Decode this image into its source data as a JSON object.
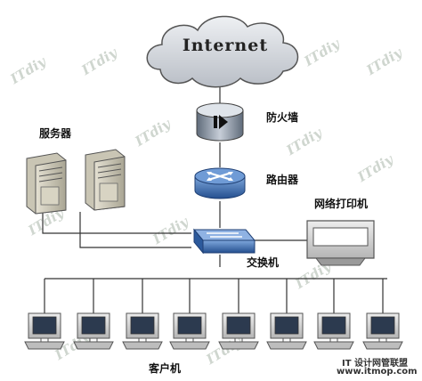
{
  "diagram": {
    "internet_label": "Internet",
    "firewall_label": "防火墙",
    "router_label": "路由器",
    "servers_label": "服务器",
    "printer_label": "网络打印机",
    "switch_label": "交换机",
    "clients_label": "客户机",
    "watermark_text": "ITdiy",
    "brand_line1": "IT 设计网管联盟",
    "brand_line2": "www.itmop.com"
  },
  "colors": {
    "cloud_fill": "#d8dbe0",
    "device_blue": "#3d6fb0",
    "line": "#333333"
  },
  "icons": {
    "firewall": "firewall-icon",
    "router": "router-icon",
    "switch": "switch-icon",
    "server": "server-icon",
    "printer": "printer-icon",
    "client": "computer-icon"
  }
}
